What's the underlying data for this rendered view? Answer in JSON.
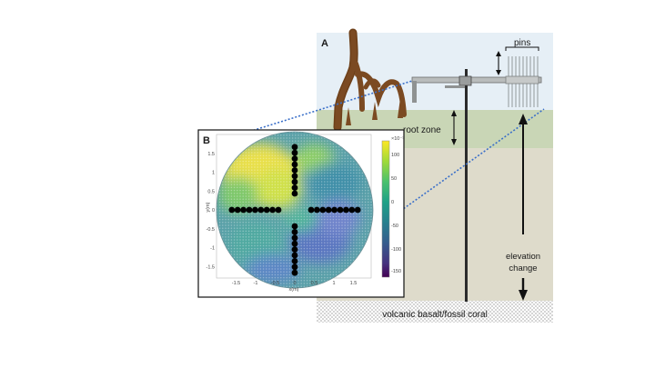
{
  "panel_a": {
    "letter": "A",
    "labels": {
      "pins": "pins",
      "root_zone": "root zone",
      "elevation_change_line1": "elevation",
      "elevation_change_line2": "change",
      "bedrock": "volcanic basalt/fossil coral"
    },
    "colors": {
      "sky": "#e6eff6",
      "root_zone": "#c9d6b6",
      "sediment": "#dedbcb",
      "roots": "#7b4a22",
      "bar": "#b9bcbc",
      "leader_line": "#3a6fc9"
    }
  },
  "panel_b": {
    "letter": "B",
    "x_axis_label": "x(m)",
    "y_axis_label": "y(m)",
    "x_ticks": [
      "-1.5",
      "-1",
      "-0.5",
      "0",
      "0.5",
      "1",
      "1.5"
    ],
    "y_ticks": [
      "1.5",
      "1",
      "0.5",
      "0",
      "-0.5",
      "-1",
      "-1.5"
    ],
    "colorbar_ticks": [
      "×10⁻³",
      "100",
      "50",
      "0",
      "-50",
      "-100",
      "-150"
    ],
    "colormap": [
      "#fde725",
      "#a0da39",
      "#4ac16d",
      "#1fa187",
      "#277f8e",
      "#365c8d",
      "#46327e",
      "#440154"
    ]
  }
}
